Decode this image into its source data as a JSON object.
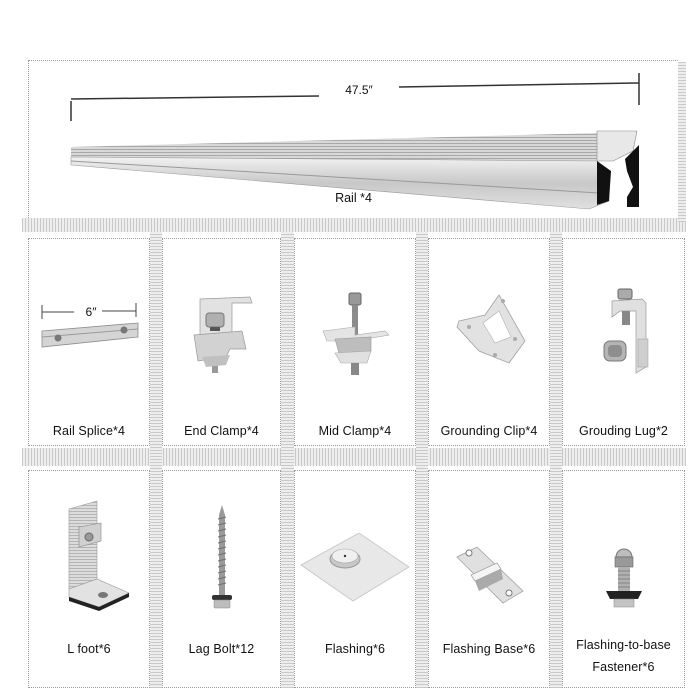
{
  "rail": {
    "dimension_label": "47.5″",
    "label": "Rail *4",
    "icon": "aluminum-rail-icon"
  },
  "items": [
    {
      "label": "Rail Splice*4",
      "dimension_label": "6″",
      "icon": "rail-splice-icon"
    },
    {
      "label": "End Clamp*4",
      "icon": "end-clamp-icon"
    },
    {
      "label": "Mid Clamp*4",
      "icon": "mid-clamp-icon"
    },
    {
      "label": "Grounding Clip*4",
      "icon": "grounding-clip-icon"
    },
    {
      "label": "Grouding Lug*2",
      "icon": "grounding-lug-icon"
    },
    {
      "label": "L foot*6",
      "icon": "l-foot-icon"
    },
    {
      "label": "Lag Bolt*12",
      "icon": "lag-bolt-icon"
    },
    {
      "label": "Flashing*6",
      "icon": "flashing-icon"
    },
    {
      "label": "Flashing Base*6",
      "icon": "flashing-base-icon"
    },
    {
      "label": "Flashing-to-base",
      "label_line2": "Fastener*6",
      "icon": "fastener-icon"
    }
  ],
  "colors": {
    "metal_light": "#e6e6e6",
    "metal_mid": "#bfbfbf",
    "metal_dark": "#8c8c8c",
    "border": "#9a9a9a",
    "text": "#111111"
  }
}
